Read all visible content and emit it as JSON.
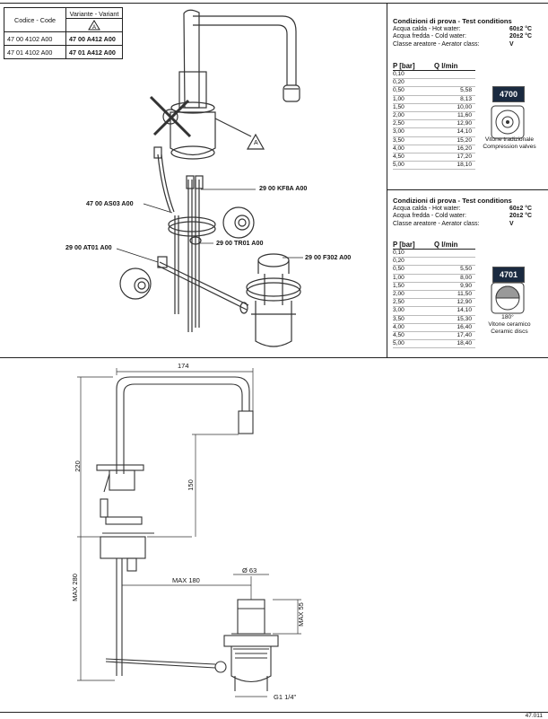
{
  "codes_table": {
    "header_code": "Codice - Code",
    "header_variant": "Variante - Variant",
    "rows": [
      {
        "code": "47 00 4102 A00",
        "variant": "47 00 A412 A00"
      },
      {
        "code": "47 01 4102 A00",
        "variant": "47 01 A412 A00"
      }
    ]
  },
  "parts": {
    "kf8a": "29 00 KF8A A00",
    "as03": "47 00 AS03 A00",
    "tr01": "29 00 TR01 A00",
    "at01": "29 00 AT01 A00",
    "f302": "29 00 F302 A00",
    "marker": "A"
  },
  "test_conditions": [
    {
      "title": "Condizioni di prova - Test conditions",
      "hot_label": "Acqua calda - Hot water:",
      "hot_value": "60±2 °C",
      "cold_label": "Acqua fredda - Cold water:",
      "cold_value": "20±2 °C",
      "class_label": "Classe areatore - Aerator class:",
      "class_value": "V",
      "col_p": "P [bar]",
      "col_q": "Q l/min",
      "rows": [
        [
          "0,10",
          ""
        ],
        [
          "0,20",
          ""
        ],
        [
          "0,50",
          "5,58"
        ],
        [
          "1,00",
          "8,13"
        ],
        [
          "1,50",
          "10,00"
        ],
        [
          "2,00",
          "11,60"
        ],
        [
          "2,50",
          "12,90"
        ],
        [
          "3,00",
          "14,10"
        ],
        [
          "3,50",
          "15,20"
        ],
        [
          "4,00",
          "16,20"
        ],
        [
          "4,50",
          "17,20"
        ],
        [
          "5,00",
          "18,10"
        ]
      ],
      "badge": "4700",
      "caption": "Vitone tradizionale\nCompression valves"
    },
    {
      "title": "Condizioni di prova - Test conditions",
      "hot_label": "Acqua calda - Hot water:",
      "hot_value": "60±2 °C",
      "cold_label": "Acqua fredda - Cold water:",
      "cold_value": "20±2 °C",
      "class_label": "Classe areatore - Aerator class:",
      "class_value": "V",
      "col_p": "P [bar]",
      "col_q": "Q l/min",
      "rows": [
        [
          "0,10",
          ""
        ],
        [
          "0,20",
          ""
        ],
        [
          "0,50",
          "5,50"
        ],
        [
          "1,00",
          "8,00"
        ],
        [
          "1,50",
          "9,90"
        ],
        [
          "2,00",
          "11,50"
        ],
        [
          "2,50",
          "12,90"
        ],
        [
          "3,00",
          "14,10"
        ],
        [
          "3,50",
          "15,30"
        ],
        [
          "4,00",
          "16,40"
        ],
        [
          "4,50",
          "17,40"
        ],
        [
          "5,00",
          "18,40"
        ]
      ],
      "badge": "4701",
      "angle": "180°",
      "caption": "Vitone ceramico\nCeramic discs"
    }
  ],
  "dimensions": {
    "width": "174",
    "height": "220",
    "spout": "150",
    "max280": "MAX 280",
    "max180": "MAX 180",
    "diam": "Ø 63",
    "max55": "MAX 55",
    "thread": "G1 1/4\""
  },
  "footer": "47.011"
}
